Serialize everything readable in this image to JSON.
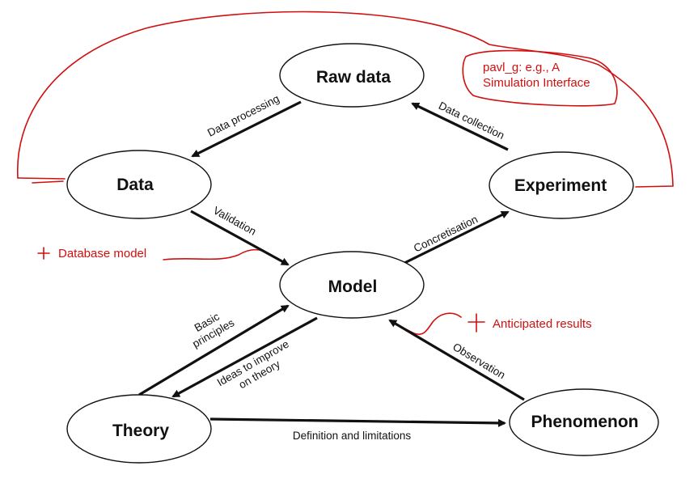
{
  "nodes": {
    "raw_data": "Raw data",
    "data": "Data",
    "experiment": "Experiment",
    "model": "Model",
    "theory": "Theory",
    "phenomenon": "Phenomenon"
  },
  "edges": {
    "data_processing": "Data processing",
    "data_collection": "Data collection",
    "validation": "Validation",
    "concretisation": "Concretisation",
    "basic_principles_1": "Basic",
    "basic_principles_2": "principles",
    "ideas_1": "Ideas to improve",
    "ideas_2": "on theory",
    "observation": "Observation",
    "definition": "Definition and limitations"
  },
  "annotations": {
    "comment_line1": "pavl_g: e.g., A",
    "comment_line2": "Simulation Interface",
    "database_model": "Database model",
    "anticipated_results": "Anticipated results",
    "annotation_color": "#d10f0f"
  }
}
